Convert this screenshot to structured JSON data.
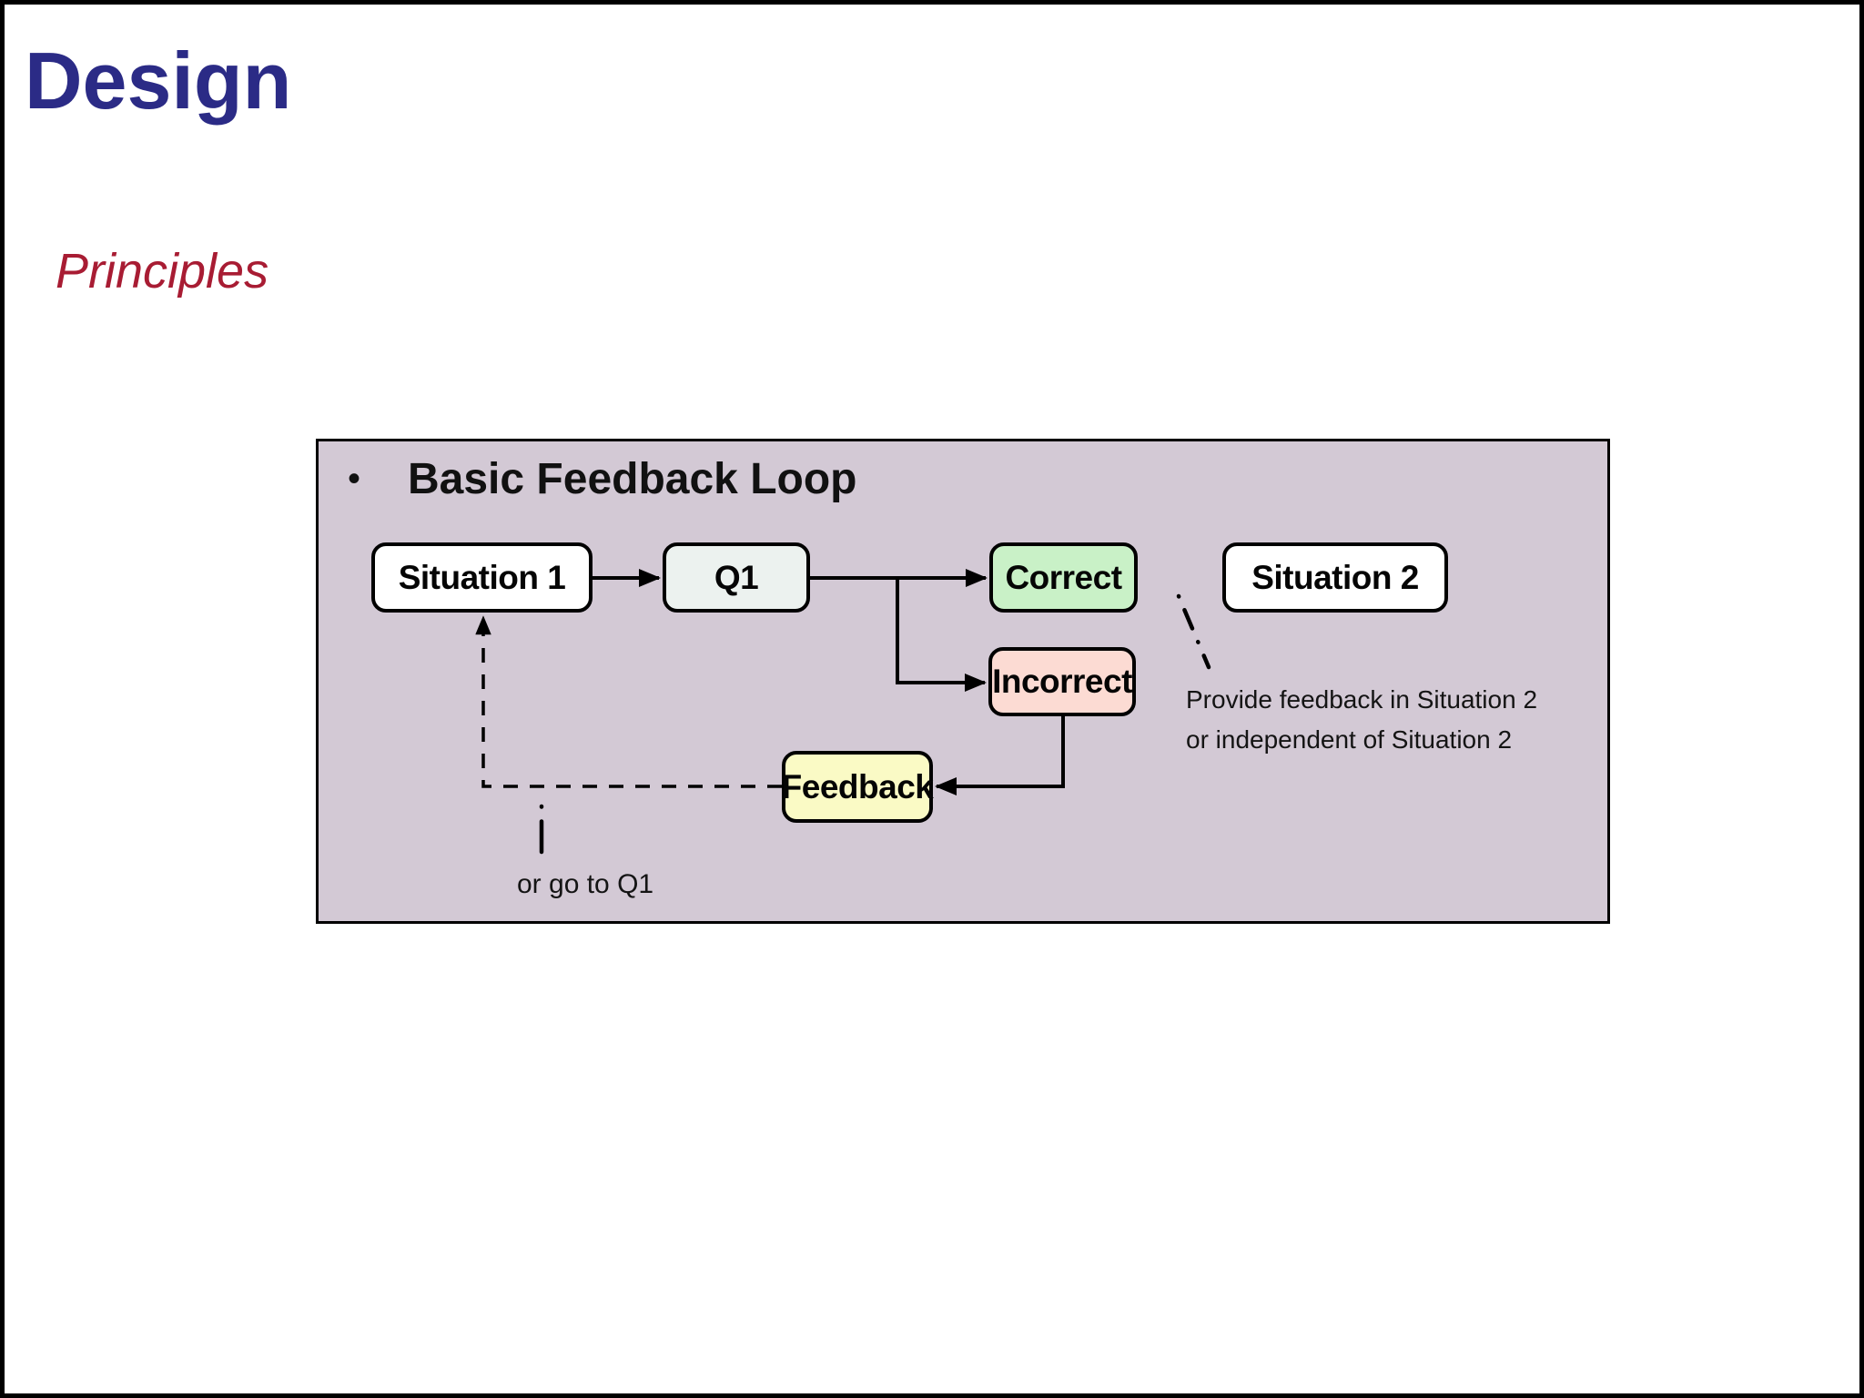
{
  "slide": {
    "title": "Design",
    "subtitle": "Principles"
  },
  "panel": {
    "bullet": "•",
    "title": "Basic Feedback Loop",
    "nodes": {
      "situation1": {
        "label": "Situation 1"
      },
      "q1": {
        "label": "Q1"
      },
      "correct": {
        "label": "Correct"
      },
      "situation2": {
        "label": "Situation 2"
      },
      "incorrect": {
        "label": "Incorrect"
      },
      "feedback": {
        "label": "Feedback"
      }
    },
    "annotations": {
      "provide_line1": "Provide feedback in Situation 2",
      "provide_line2": "or independent of Situation 2",
      "or_go_to_q1": "or go to Q1"
    }
  },
  "colors": {
    "title_navy": "#2b2b86",
    "subtitle_crimson": "#a81c33",
    "panel_background": "#d3c9d5",
    "node_white": "#ffffff",
    "node_q1_fill": "#ecf2ef",
    "node_correct_fill": "#c9f1c7",
    "node_incorrect_fill": "#fcdbd3",
    "node_feedback_fill": "#fafac5",
    "line_black": "#000000"
  }
}
